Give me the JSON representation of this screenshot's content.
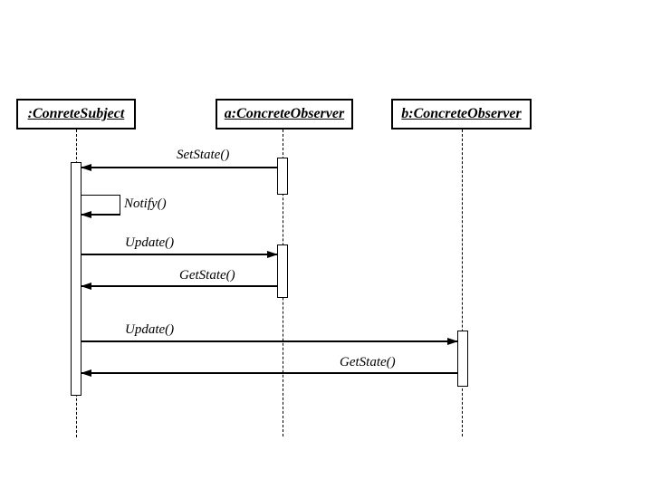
{
  "colors": {
    "line": "#000000",
    "background": "#ffffff"
  },
  "actors": [
    {
      "id": "subject",
      "label": ":ConreteSubject"
    },
    {
      "id": "observer-a",
      "label": "a:ConcreteObserver"
    },
    {
      "id": "observer-b",
      "label": "b:ConcreteObserver"
    }
  ],
  "messages": [
    {
      "label": "SetState()",
      "from": "observer-a",
      "to": "subject",
      "direction": "left"
    },
    {
      "label": "Notify()",
      "from": "subject",
      "to": "subject",
      "direction": "self"
    },
    {
      "label": "Update()",
      "from": "subject",
      "to": "observer-a",
      "direction": "right"
    },
    {
      "label": "GetState()",
      "from": "observer-a",
      "to": "subject",
      "direction": "left"
    },
    {
      "label": "Update()",
      "from": "subject",
      "to": "observer-b",
      "direction": "right"
    },
    {
      "label": "GetState()",
      "from": "observer-b",
      "to": "subject",
      "direction": "left"
    }
  ]
}
